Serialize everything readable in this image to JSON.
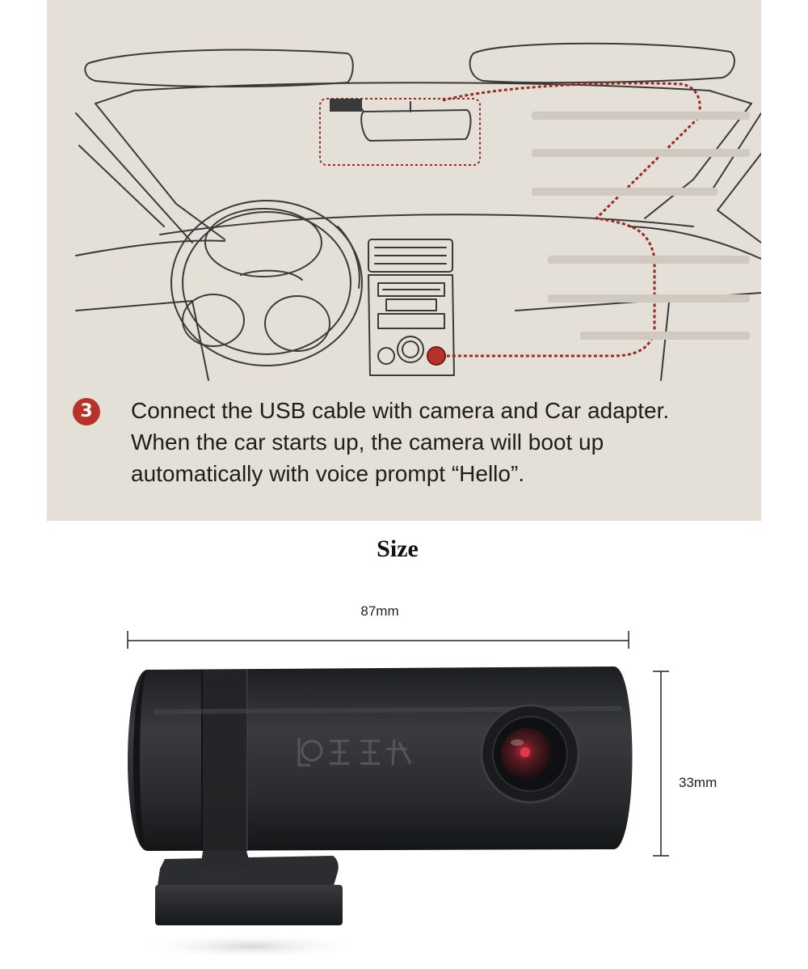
{
  "manual": {
    "step_number": "3",
    "instruction_lines": [
      "Connect the USB cable with camera and Car adapter.",
      "When the car starts up, the camera will boot up",
      "automatically with voice prompt “Hello”."
    ],
    "colors": {
      "paper": "#e5e0d7",
      "line": "#3a3a3a",
      "route": "#9c2a22",
      "badge": "#b8322a"
    }
  },
  "size_section": {
    "title": "Size",
    "width_label": "87mm",
    "height_label": "33mm"
  },
  "product": {
    "colors": {
      "body": "#2a2b2e",
      "lens": "#5a1a22"
    }
  }
}
